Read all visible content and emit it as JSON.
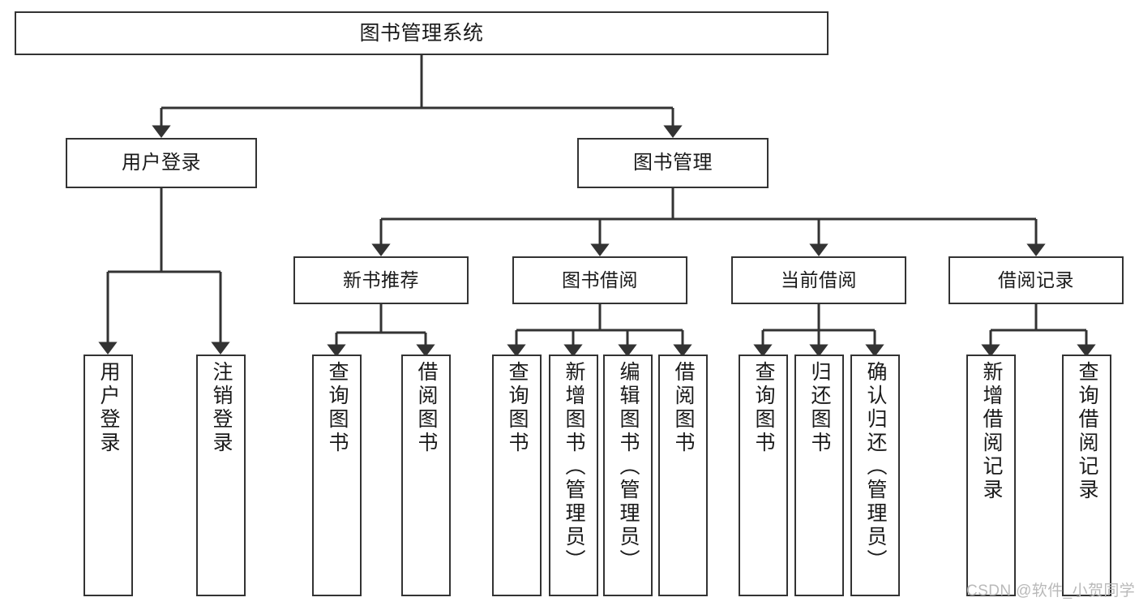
{
  "diagram": {
    "title": "图书管理系统",
    "type": "hierarchy-tree",
    "watermark": "CSDN @软件_小贺同学",
    "colors": {
      "box_border": "#333333",
      "box_fill": "#ffffff",
      "connector": "#333333",
      "text": "#1a1a1a",
      "watermark": "#b9b9b9",
      "background": "#ffffff"
    },
    "root": {
      "label": "图书管理系统"
    },
    "level2": [
      {
        "label": "用户登录"
      },
      {
        "label": "图书管理"
      }
    ],
    "level3": [
      {
        "label": "新书推荐"
      },
      {
        "label": "图书借阅"
      },
      {
        "label": "当前借阅"
      },
      {
        "label": "借阅记录"
      }
    ],
    "leaves": {
      "user_login": [
        {
          "label": "用户登录"
        },
        {
          "label": "注销登录"
        }
      ],
      "new_book_recommend": [
        {
          "label": "查询图书"
        },
        {
          "label": "借阅图书"
        }
      ],
      "book_borrow": [
        {
          "label": "查询图书"
        },
        {
          "label": "新增图书（管理员）"
        },
        {
          "label": "编辑图书（管理员）"
        },
        {
          "label": "借阅图书"
        }
      ],
      "current_borrow": [
        {
          "label": "查询图书"
        },
        {
          "label": "归还图书"
        },
        {
          "label": "确认归还（管理员）"
        }
      ],
      "borrow_record": [
        {
          "label": "新增借阅记录"
        },
        {
          "label": "查询借阅记录"
        }
      ]
    }
  }
}
